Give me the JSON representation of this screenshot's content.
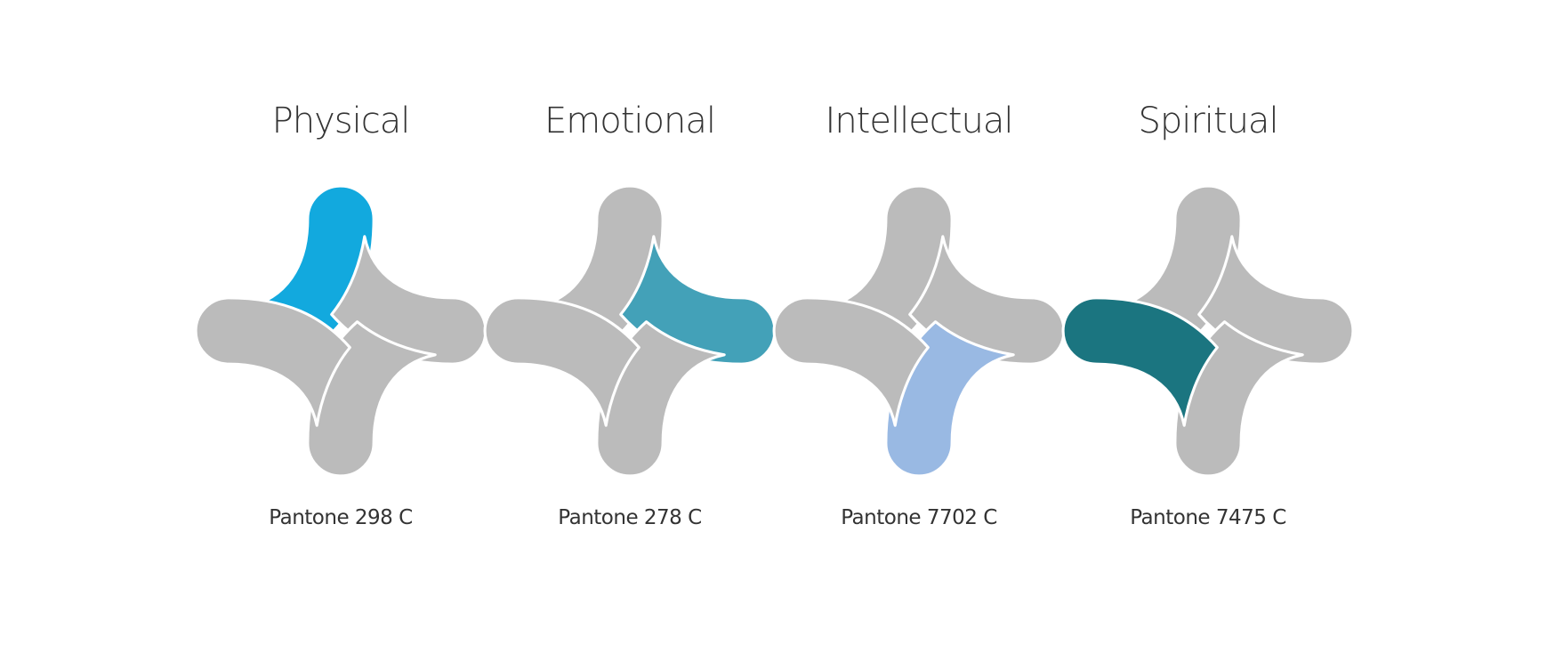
{
  "panels": [
    {
      "title": "Physical",
      "pantone": "Pantone 298 C",
      "highlight_petal": "top",
      "color": "#12a9de"
    },
    {
      "title": "Emotional",
      "pantone": "Pantone 278 C",
      "highlight_petal": "right",
      "color": "#43a1b8"
    },
    {
      "title": "Intellectual",
      "pantone": "Pantone 7702 C",
      "highlight_petal": "bottom",
      "color": "#99b9e3"
    },
    {
      "title": "Spiritual",
      "pantone": "Pantone 7475 C",
      "highlight_petal": "left",
      "color": "#1b7580"
    }
  ],
  "colors": {
    "inactive_petal": "#bbbbbb",
    "separator": "#ffffff",
    "text": "#333333"
  },
  "icons": {
    "emblem": "four-petal-pinwheel-icon"
  }
}
